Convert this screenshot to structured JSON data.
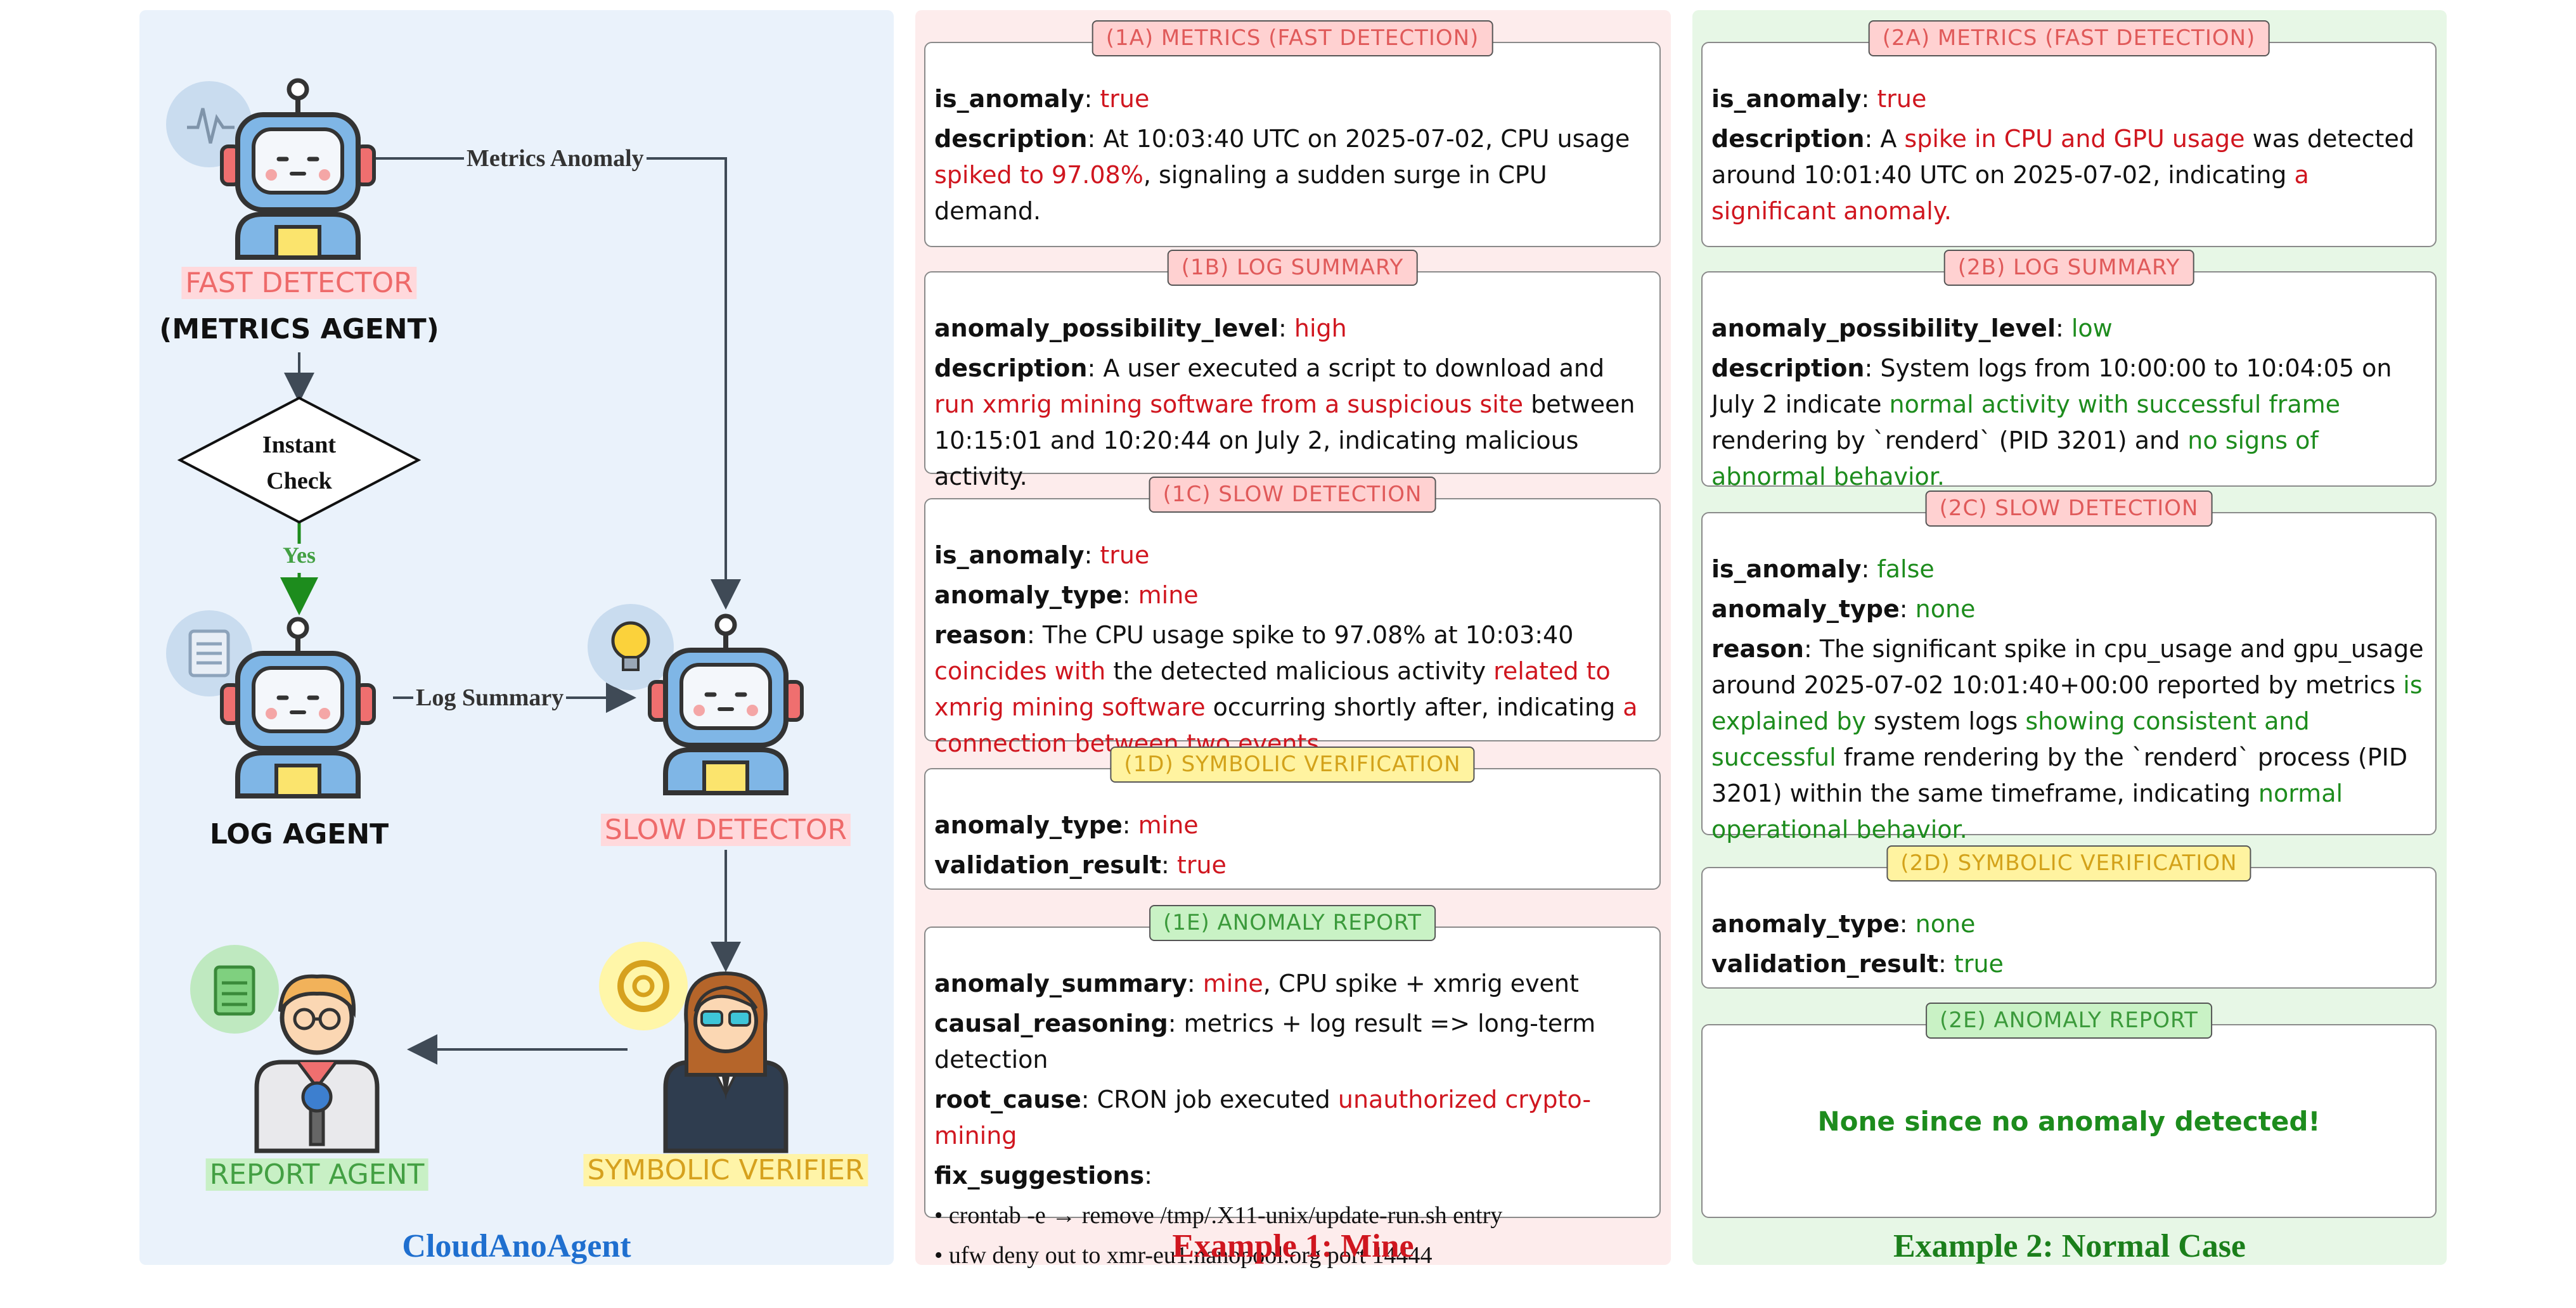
{
  "overview": {
    "caption": "CloudAnoAgent",
    "fast_detector": "FAST DETECTOR",
    "metrics_agent": "(METRICS AGENT)",
    "instant_check_line1": "Instant",
    "instant_check_line2": "Check",
    "yes": "Yes",
    "log_agent": "LOG AGENT",
    "slow_detector": "SLOW DETECTOR",
    "symbolic_verifier": "SYMBOLIC VERIFIER",
    "report_agent": "REPORT AGENT",
    "edge_metrics_anomaly": "Metrics Anomaly",
    "edge_log_summary": "Log Summary"
  },
  "example1": {
    "caption": "Example 1: Mine",
    "c1a": {
      "tag": "(1A) METRICS (FAST DETECTION)",
      "k1": "is_anomaly",
      "v1": "true",
      "k2": "description",
      "d1": "At 10:03:40 UTC on 2025-07-02, CPU usage ",
      "d2": "spiked to 97.08%",
      "d3": ", signaling a sudden surge in CPU demand."
    },
    "c1b": {
      "tag": "(1B) LOG SUMMARY",
      "k1": "anomaly_possibility_level",
      "v1": "high",
      "k2": "description",
      "d1": "A user executed a script to download and ",
      "d2": "run xmrig mining software from a suspicious site",
      "d3": " between 10:15:01 and 10:20:44 on July 2, indicating malicious activity."
    },
    "c1c": {
      "tag": "(1C) SLOW DETECTION",
      "k1": "is_anomaly",
      "v1": "true",
      "k2": "anomaly_type",
      "v2": "mine",
      "k3": "reason",
      "d1": "The CPU usage spike to 97.08% at 10:03:40 ",
      "d2": "coincides with",
      "d3": " the detected malicious activity ",
      "d4": "related to xmrig mining software",
      "d5": " occurring shortly after, indicating ",
      "d6": "a connection between two events."
    },
    "c1d": {
      "tag": "(1D) SYMBOLIC VERIFICATION",
      "k1": "anomaly_type",
      "v1": "mine",
      "k2": "validation_result",
      "v2": "true"
    },
    "c1e": {
      "tag": "(1E) ANOMALY REPORT",
      "k1": "anomaly_summary",
      "v1a": "mine",
      "v1b": ", CPU spike + xmrig event",
      "k2": "causal_reasoning",
      "v2": "metrics + log result => long-term detection",
      "k3": "root_cause",
      "v3a": "CRON job executed ",
      "v3b": "unauthorized crypto-mining",
      "k4": "fix_suggestions",
      "b1": "crontab -e → remove /tmp/.X11-unix/update-run.sh entry",
      "b2": "ufw deny out to xmr-eu1.nanopool.org port 14444"
    }
  },
  "example2": {
    "caption": "Example 2: Normal Case",
    "c2a": {
      "tag": "(2A) METRICS (FAST DETECTION)",
      "k1": "is_anomaly",
      "v1": "true",
      "k2": "description",
      "d1": "A ",
      "d2": "spike in CPU and GPU usage",
      "d3": " was detected around 10:01:40 UTC on 2025-07-02, indicating ",
      "d4": "a significant anomaly."
    },
    "c2b": {
      "tag": "(2B) LOG SUMMARY",
      "k1": "anomaly_possibility_level",
      "v1": "low",
      "k2": "description",
      "d1": "System logs from 10:00:00 to 10:04:05 on July 2 indicate ",
      "d2": "normal activity with successful frame",
      "d3": " rendering by `renderd` (PID 3201) and ",
      "d4": "no signs of abnormal behavior."
    },
    "c2c": {
      "tag": "(2C) SLOW DETECTION",
      "k1": "is_anomaly",
      "v1": "false",
      "k2": "anomaly_type",
      "v2": "none",
      "k3": "reason",
      "d1": "The significant spike in cpu_usage and gpu_usage around 2025-07-02 10:01:40+00:00 reported by metrics ",
      "d2": "is explained by",
      "d3": " system logs ",
      "d4": "showing consistent and successful",
      "d5": " frame rendering by the `renderd` process (PID 3201) within the same timeframe, indicating ",
      "d6": "normal operational behavior."
    },
    "c2d": {
      "tag": "(2D) SYMBOLIC VERIFICATION",
      "k1": "anomaly_type",
      "v1": "none",
      "k2": "validation_result",
      "v2": "true"
    },
    "c2e": {
      "tag": "(2E) ANOMALY REPORT",
      "msg": "None since no anomaly detected!"
    }
  },
  "colors": {
    "panel_blue": "#eaf2fb",
    "panel_red": "#fdecec",
    "panel_green": "#e7f7e6",
    "caption_blue": "#1f6fcf",
    "caption_red": "#d0161f",
    "caption_green": "#1b7f1b",
    "anomaly_red": "#d0161f",
    "normal_green": "#1d8c1d"
  }
}
